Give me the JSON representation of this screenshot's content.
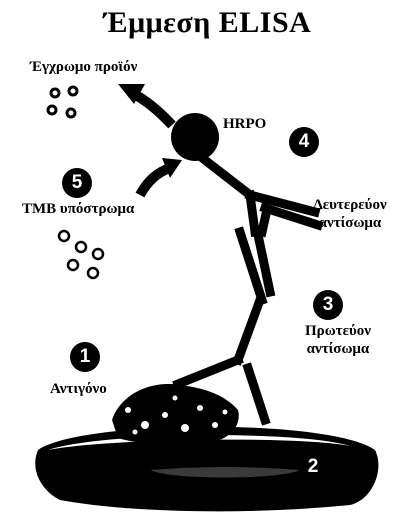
{
  "title": "Έμμεση ELISA",
  "labels": {
    "product": "Έγχρωμο προϊόν",
    "hrpo": "HRPO",
    "tmb": "TMB υπόστρωμα",
    "secondary_line1": "Δευτερεύον",
    "secondary_line2": "αντίσωμα",
    "primary_line1": "Πρωτεύον",
    "primary_line2": "αντίσωμα",
    "antigen": "Αντιγόνο"
  },
  "steps": [
    "1",
    "2",
    "3",
    "4",
    "5"
  ],
  "colors": {
    "ink": "#000000",
    "background": "#ffffff"
  }
}
